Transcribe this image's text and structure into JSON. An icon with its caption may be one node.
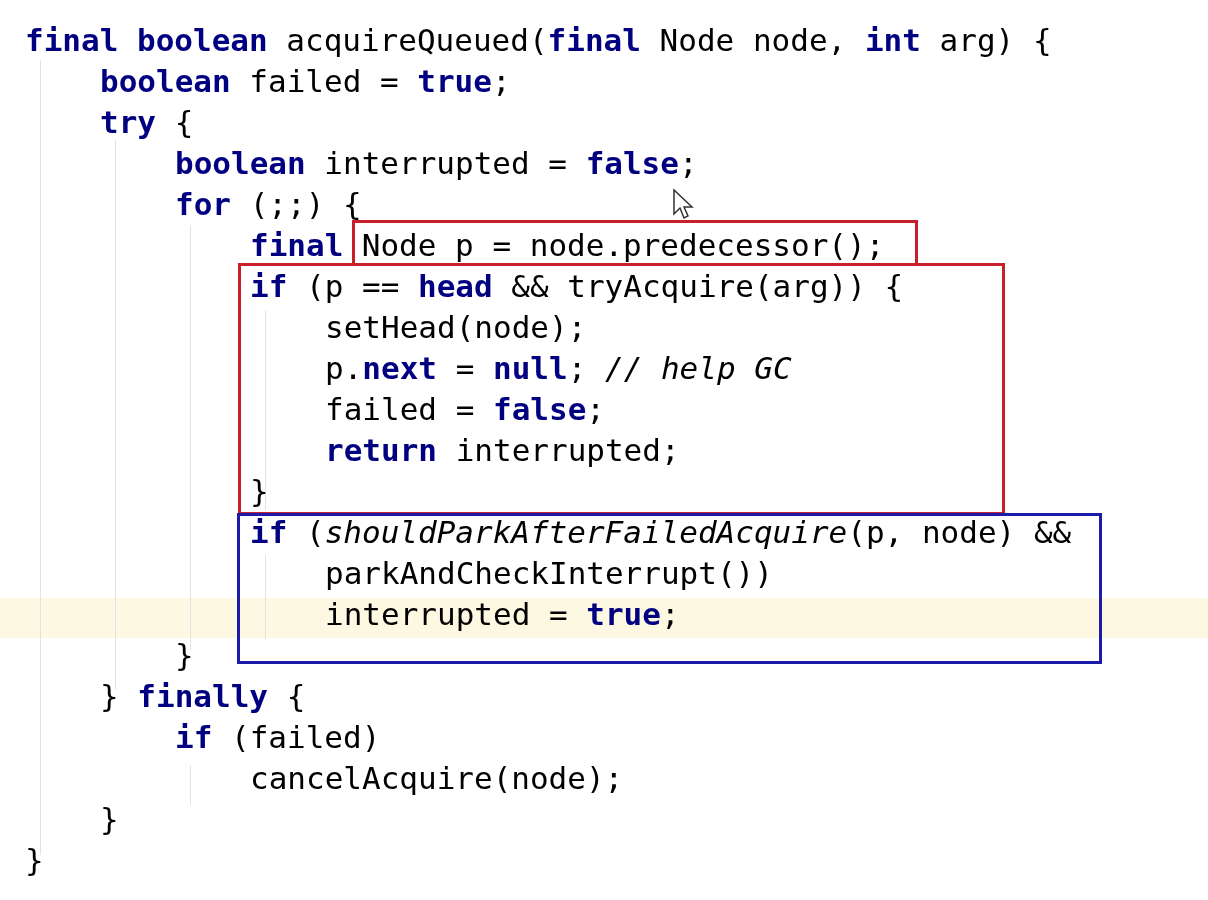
{
  "diagram": {
    "nodes": [
      {
        "text": [
          "Node p = node.predecessor();"
        ]
      },
      {
        "text": [
          "**if** (p == **head** && tryAcquire(arg)) {",
          "setHead(node);",
          "p.**next** = **null**; *// help GC*",
          "failed = **false**;",
          "**return** interrupted;",
          "}"
        ]
      },
      {
        "text": [
          "**if** (*shouldParkAfterFailedAcquire*(p, node) &&",
          "parkAndCheckInterrupt())",
          "interrupted = **true**;"
        ]
      }
    ],
    "labels": [
      "**final boolean** acquireQueued(**final** Node node, **int** arg) {",
      "**boolean** failed = **true**;",
      "**try** {",
      "**boolean** interrupted = **false**;",
      "**for** (;;) {",
      "**final**",
      "}",
      "} **finally** {",
      "**if** (failed)",
      "cancelAcquire(node);",
      "}",
      "}"
    ]
  }
}
